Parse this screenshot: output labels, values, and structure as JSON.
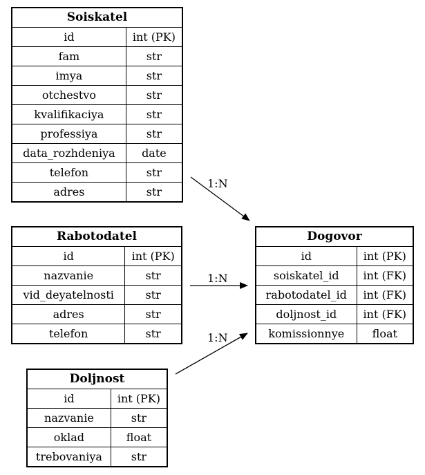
{
  "entities": {
    "soiskatel": {
      "title": "Soiskatel",
      "fields": [
        {
          "name": "id",
          "type": "int (PK)"
        },
        {
          "name": "fam",
          "type": "str"
        },
        {
          "name": "imya",
          "type": "str"
        },
        {
          "name": "otchestvo",
          "type": "str"
        },
        {
          "name": "kvalifikaciya",
          "type": "str"
        },
        {
          "name": "professiya",
          "type": "str"
        },
        {
          "name": "data_rozhdeniya",
          "type": "date"
        },
        {
          "name": "telefon",
          "type": "str"
        },
        {
          "name": "adres",
          "type": "str"
        }
      ]
    },
    "rabotodatel": {
      "title": "Rabotodatel",
      "fields": [
        {
          "name": "id",
          "type": "int (PK)"
        },
        {
          "name": "nazvanie",
          "type": "str"
        },
        {
          "name": "vid_deyatelnosti",
          "type": "str"
        },
        {
          "name": "adres",
          "type": "str"
        },
        {
          "name": "telefon",
          "type": "str"
        }
      ]
    },
    "doljnost": {
      "title": "Doljnost",
      "fields": [
        {
          "name": "id",
          "type": "int (PK)"
        },
        {
          "name": "nazvanie",
          "type": "str"
        },
        {
          "name": "oklad",
          "type": "float"
        },
        {
          "name": "trebovaniya",
          "type": "str"
        }
      ]
    },
    "dogovor": {
      "title": "Dogovor",
      "fields": [
        {
          "name": "id",
          "type": "int (PK)"
        },
        {
          "name": "soiskatel_id",
          "type": "int (FK)"
        },
        {
          "name": "rabotodatel_id",
          "type": "int (FK)"
        },
        {
          "name": "doljnost_id",
          "type": "int (FK)"
        },
        {
          "name": "komissionnye",
          "type": "float"
        }
      ]
    }
  },
  "relations": [
    {
      "from": "soiskatel",
      "to": "dogovor",
      "label": "1:N"
    },
    {
      "from": "rabotodatel",
      "to": "dogovor",
      "label": "1:N"
    },
    {
      "from": "doljnost",
      "to": "dogovor",
      "label": "1:N"
    }
  ]
}
